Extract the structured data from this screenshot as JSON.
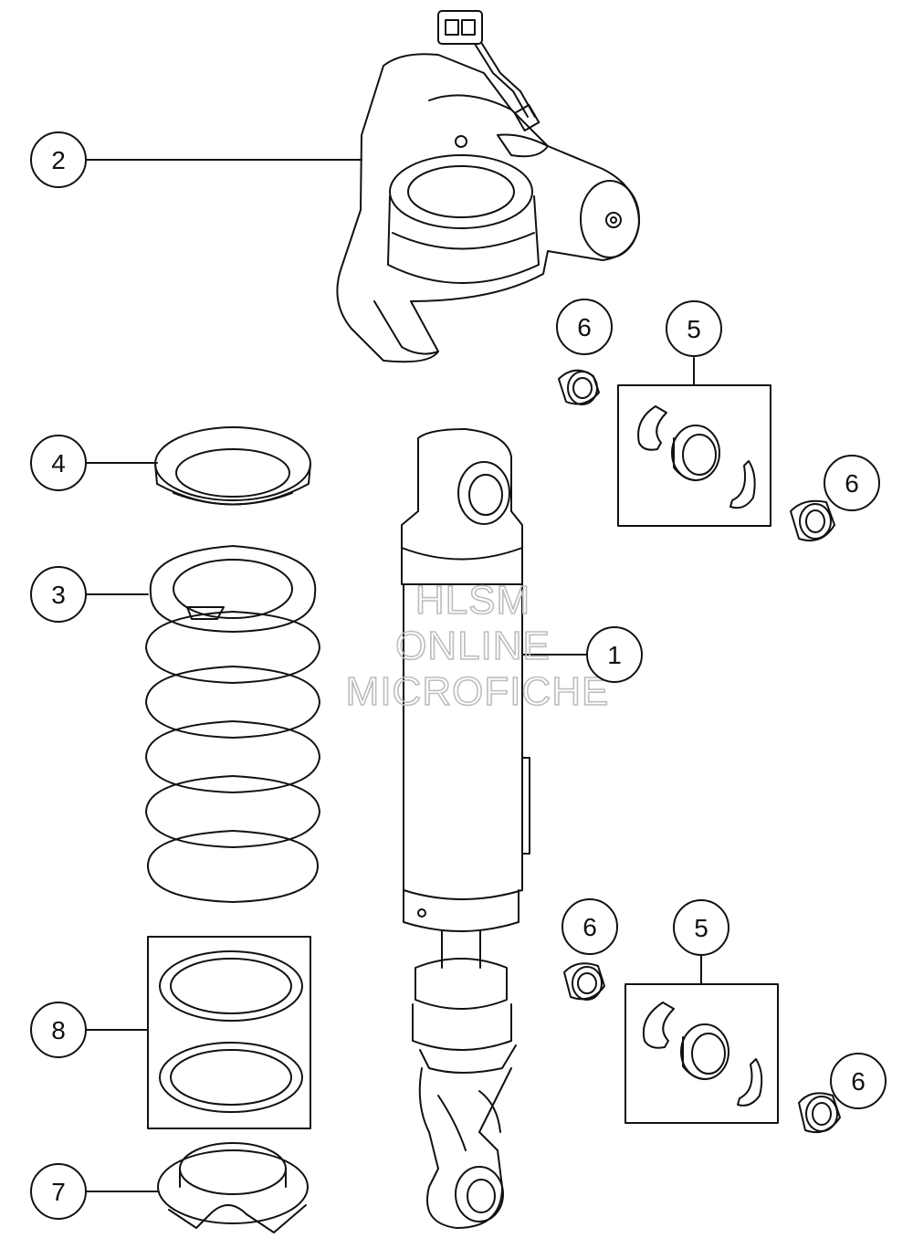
{
  "callouts": [
    {
      "id": "c2",
      "label": "2"
    },
    {
      "id": "c6a",
      "label": "6"
    },
    {
      "id": "c5a",
      "label": "5"
    },
    {
      "id": "c4",
      "label": "4"
    },
    {
      "id": "c6b",
      "label": "6"
    },
    {
      "id": "c3",
      "label": "3"
    },
    {
      "id": "c1",
      "label": "1"
    },
    {
      "id": "c6c",
      "label": "6"
    },
    {
      "id": "c5b",
      "label": "5"
    },
    {
      "id": "c8",
      "label": "8"
    },
    {
      "id": "c6d",
      "label": "6"
    },
    {
      "id": "c7",
      "label": "7"
    }
  ],
  "watermark": {
    "line1": "HLSM",
    "line2": "ONLINE",
    "line3": "MICROFICHE"
  },
  "colors": {
    "line": "#111111",
    "watermark": "#bdbdbd"
  }
}
